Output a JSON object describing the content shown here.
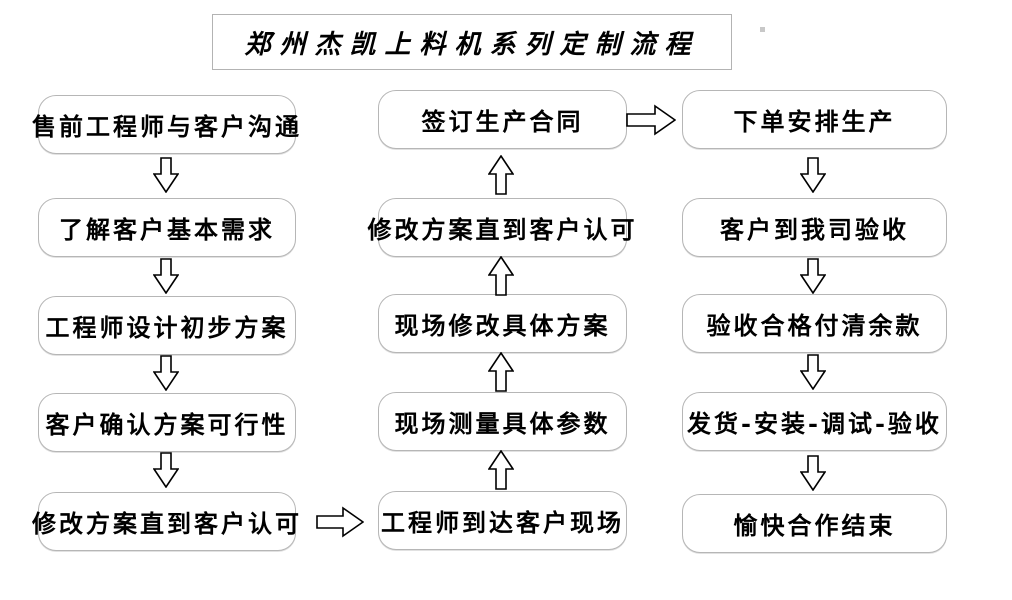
{
  "title": "郑州杰凯上料机系列定制流程",
  "columns": {
    "left": [
      "售前工程师与客户沟通",
      "了解客户基本需求",
      "工程师设计初步方案",
      "客户确认方案可行性",
      "修改方案直到客户认可"
    ],
    "middle": [
      "签订生产合同",
      "修改方案直到客户认可",
      "现场修改具体方案",
      "现场测量具体参数",
      "工程师到达客户现场"
    ],
    "right": [
      "下单安排生产",
      "客户到我司验收",
      "验收合格付清余款",
      "发货-安装-调试-验收",
      "愉快合作结束"
    ]
  },
  "flow_direction": {
    "left_column": "top-to-bottom",
    "middle_column": "bottom-to-top",
    "right_column": "top-to-bottom",
    "cross_links": [
      "修改方案直到客户认可(左) → 工程师到达客户现场(中)",
      "签订生产合同(中) → 下单安排生产(右)"
    ]
  },
  "colors": {
    "background": "#ffffff",
    "box_border": "#b6b6b6",
    "text": "#000000",
    "arrow_stroke": "#000000",
    "arrow_fill": "#ffffff"
  }
}
